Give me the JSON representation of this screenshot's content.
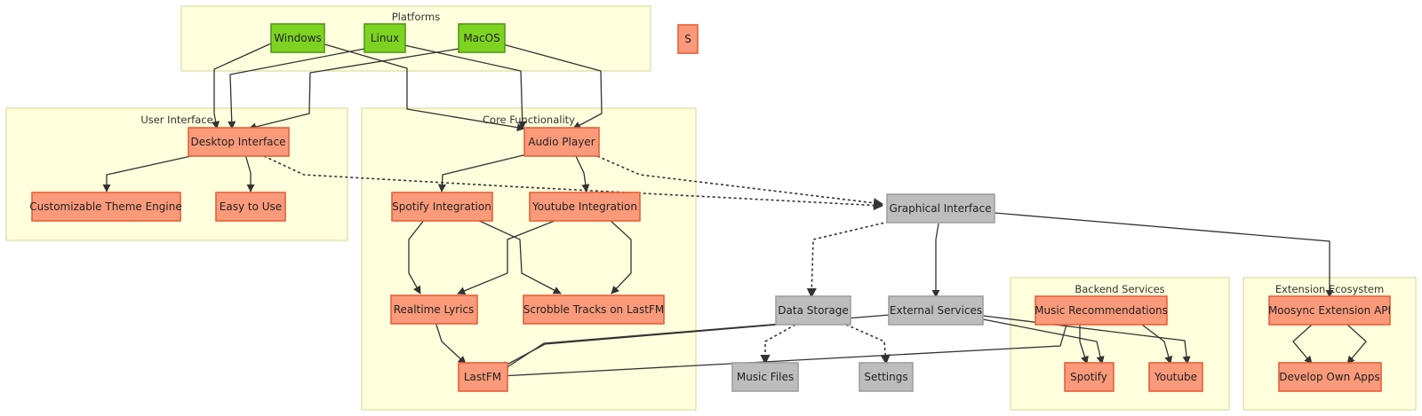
{
  "clusters": {
    "platforms": "Platforms",
    "ui": "User Interface",
    "core": "Core Functionality",
    "backend": "Backend Services",
    "ext": "Extension Ecosystem"
  },
  "nodes": {
    "windows": "Windows",
    "linux": "Linux",
    "macos": "MacOS",
    "s": "S",
    "desktop": "Desktop Interface",
    "theme": "Customizable Theme Engine",
    "easy": "Easy to Use",
    "audio": "Audio Player",
    "spotify_int": "Spotify Integration",
    "youtube_int": "Youtube Integration",
    "lyrics": "Realtime Lyrics",
    "scrobble": "Scrobble Tracks on LastFM",
    "lastfm": "LastFM",
    "graphical": "Graphical Interface",
    "storage": "Data Storage",
    "external": "External Services",
    "music_files": "Music Files",
    "settings": "Settings",
    "music_rec": "Music Recommendations",
    "spotify": "Spotify",
    "youtube": "Youtube",
    "ext_api": "Moosync Extension API",
    "dev_apps": "Develop Own Apps"
  },
  "colors": {
    "platform_fill": "#7ed321",
    "platform_stroke": "#4f9a1a",
    "feature_fill": "#fa9a7a",
    "feature_stroke": "#e8603a",
    "service_fill": "#bdbdbd",
    "service_stroke": "#a0a0a0"
  }
}
